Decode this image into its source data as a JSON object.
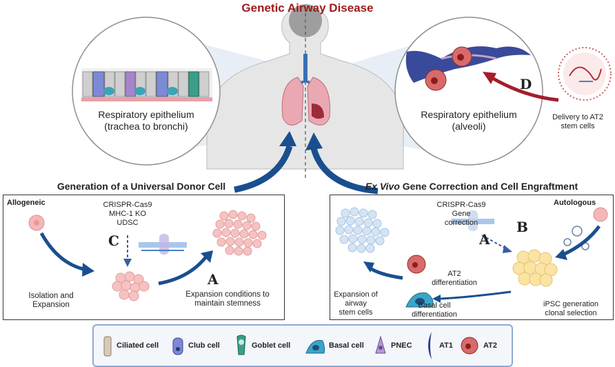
{
  "title": "Genetic Airway Disease",
  "left_circle": {
    "label_line1": "Respiratory epithelium",
    "label_line2": "(trachea to bronchi)"
  },
  "right_circle": {
    "label_line1": "Respiratory epithelium",
    "label_line2": "(alveoli)"
  },
  "delivery": {
    "line1": "Delivery to AT2",
    "line2": "stem cells",
    "letter": "D"
  },
  "left_panel": {
    "heading": "Generation of a Universal Donor Cell",
    "tag": "Allogeneic",
    "crispr_line1": "CRISPR-Cas9",
    "crispr_line2": "MHC-1 KO",
    "crispr_line3": "UDSC",
    "letter_c": "C",
    "letter_a": "A",
    "isolation_line1": "Isolation and",
    "isolation_line2": "Expansion",
    "expansion_line1": "Expansion conditions to",
    "expansion_line2": "maintain stemness"
  },
  "right_panel": {
    "heading_italic": "Ex Vivo",
    "heading_rest": " Gene Correction and Cell Engraftment",
    "tag": "Autologous",
    "crispr_line1": "CRISPR-Cas9",
    "crispr_line2": "Gene",
    "crispr_line3": "correction",
    "letter_a": "A",
    "letter_b": "B",
    "at2_line1": "AT2",
    "at2_line2": "differentiation",
    "basal_line1": "Basal cell",
    "basal_line2": "differentiation",
    "expansion_line1": "Expansion of",
    "expansion_line2": "airway",
    "expansion_line3": "stem cells",
    "ipsc_line1": "iPSC generation",
    "ipsc_line2": "clonal selection"
  },
  "legend": {
    "ciliated": "Ciliated cell",
    "club": "Club cell",
    "goblet": "Goblet cell",
    "basal": "Basal cell",
    "pnec": "PNEC",
    "at1": "AT1",
    "at2": "AT2"
  },
  "colors": {
    "title": "#9b1c1c",
    "arrow_blue": "#1a4f8f",
    "arrow_red": "#a51c2c",
    "legend_border": "#8fa9d6"
  }
}
